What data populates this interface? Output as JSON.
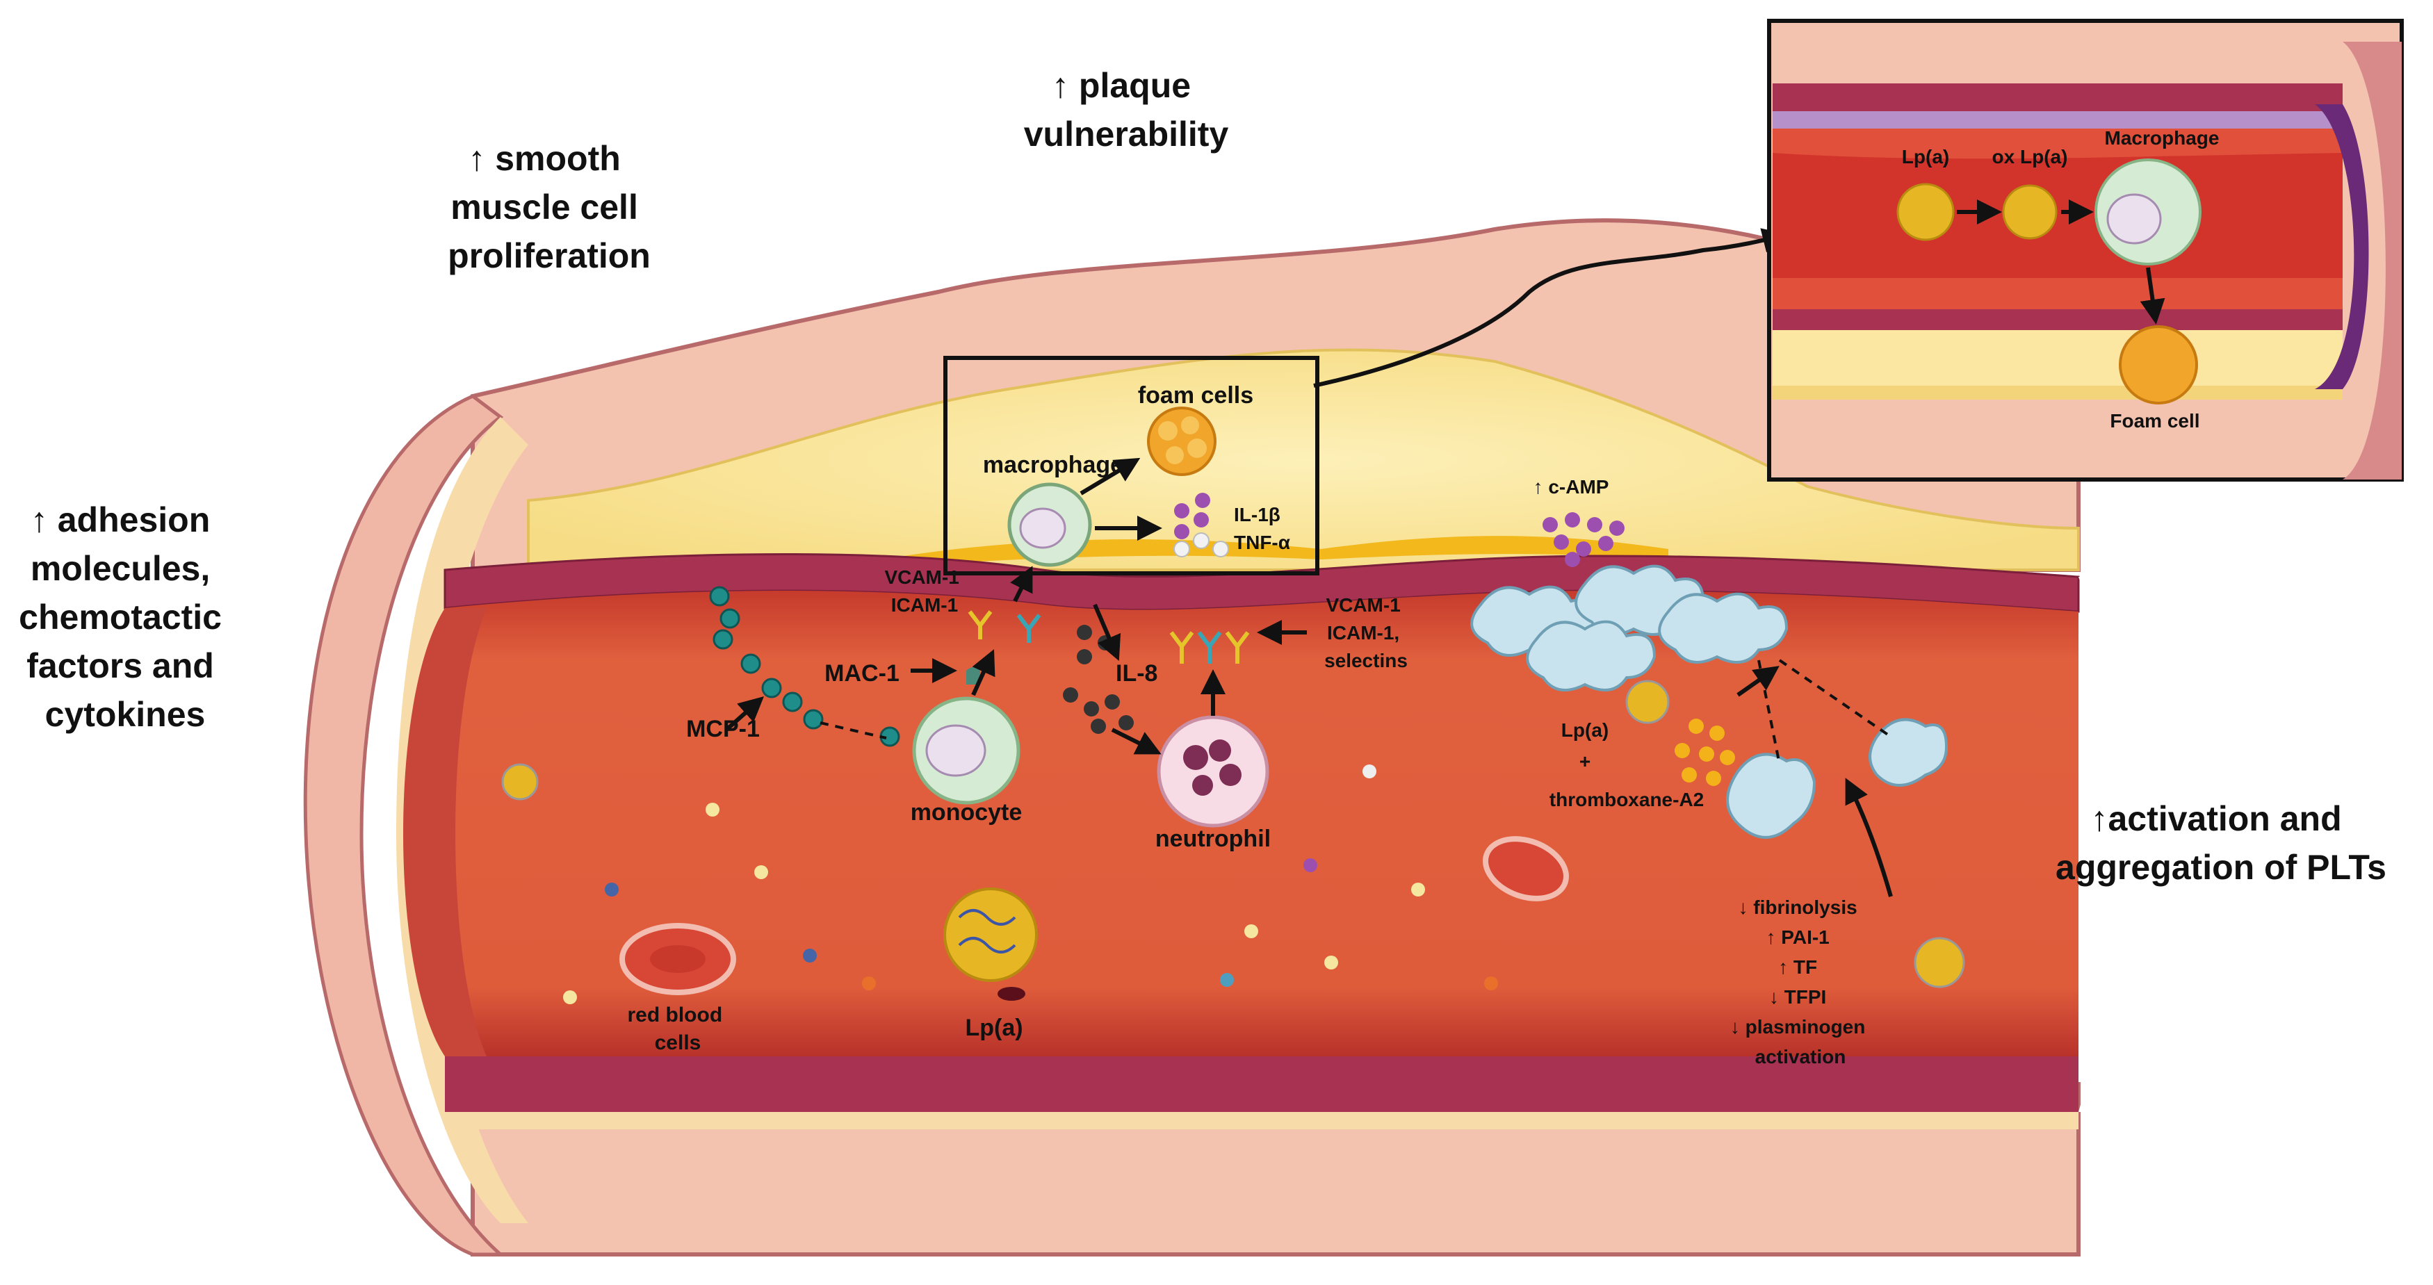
{
  "outer_labels": {
    "smooth_muscle": [
      "↑ smooth",
      "muscle cell",
      "proliferation"
    ],
    "plaque": [
      "↑ plaque",
      "vulnerability"
    ],
    "adhesion": [
      "↑ adhesion",
      "molecules,",
      "chemotactic",
      "factors and",
      "cytokines"
    ],
    "platelets": [
      "↑activation and",
      "aggregation of PLTs"
    ]
  },
  "cells": {
    "foam_cells": "foam cells",
    "macrophage": "macrophage",
    "il1b": "IL-1β",
    "tnfa": "TNF-α",
    "monocyte": "monocyte",
    "neutrophil": "neutrophil",
    "red_blood_cells": [
      "red blood",
      "cells"
    ],
    "lpa_free": "Lp(a)"
  },
  "molecules": {
    "vcam_icam_left": [
      "VCAM-1",
      "ICAM-1"
    ],
    "mac1": "MAC-1",
    "mcp1": "MCP-1",
    "il8": "IL-8",
    "vcam_icam_right": [
      "VCAM-1",
      "ICAM-1,",
      "selectins"
    ],
    "camp": "↑ c-AMP",
    "lpa_platelet": "Lp(a)",
    "plus": "+",
    "thromboxane": "thromboxane-A2"
  },
  "coagulation": [
    "↓ fibrinolysis",
    "↑ PAI-1",
    "↑ TF",
    "↓ TFPI",
    "↓ plasminogen",
    "activation"
  ],
  "inset": {
    "lpa": "Lp(a)",
    "ox_lpa": "ox Lp(a)",
    "macrophage": "Macrophage",
    "foam_cell": "Foam cell"
  },
  "colors": {
    "vessel_wall": "#f4c6b4",
    "lumen": "#e05a3a",
    "plaque": "#fbe7a1",
    "endothelium": "#a83252",
    "outline": "#111111"
  }
}
